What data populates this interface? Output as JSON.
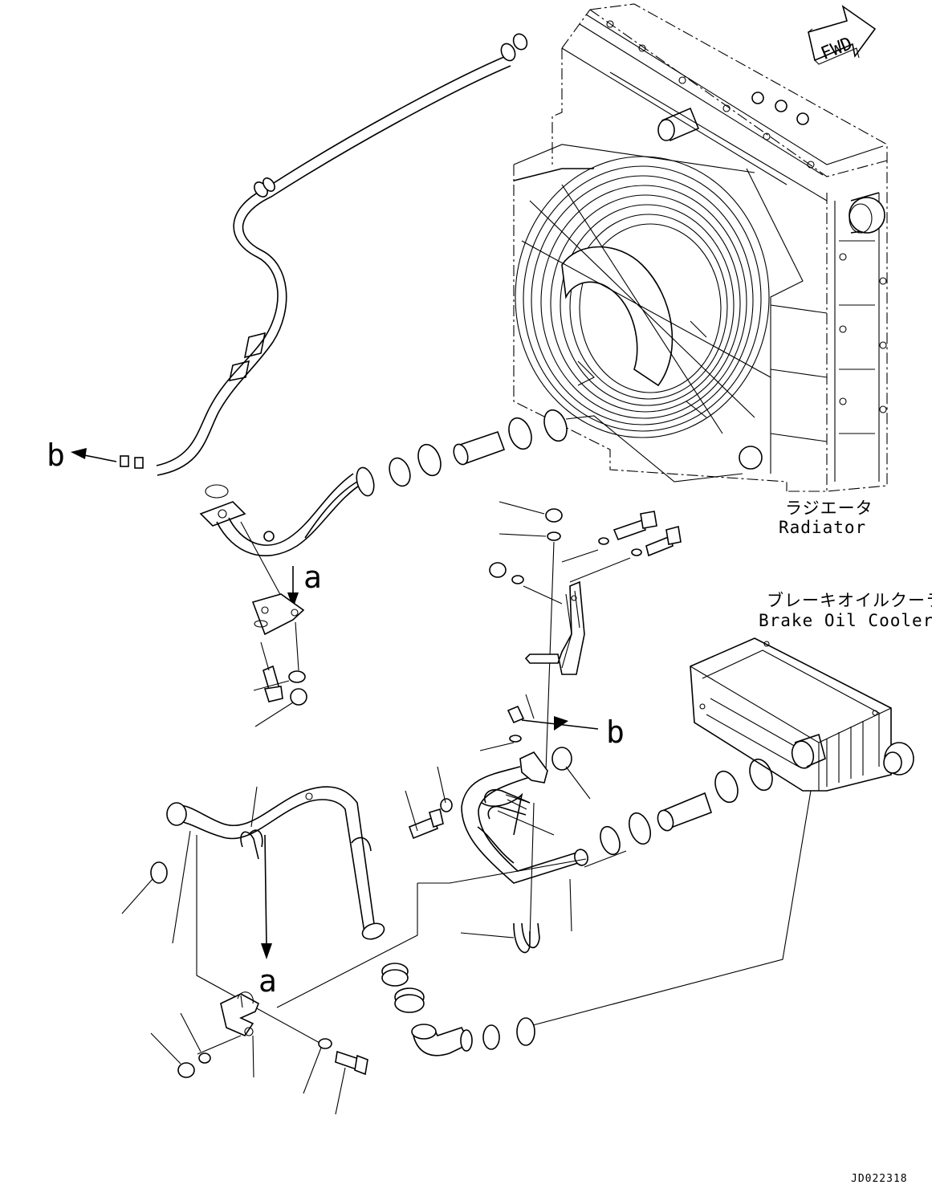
{
  "labels": {
    "fwd": "FWD",
    "ref_a_top": "a",
    "ref_a_bottom": "a",
    "ref_b_left": "b",
    "ref_b_right": "b",
    "radiator_jp": "ラジエータ",
    "radiator_en": "Radiator",
    "brake_cooler_jp": "ブレーキオイルクーラ",
    "brake_cooler_en": "Brake Oil Cooler",
    "drawing_code": "JD022318"
  },
  "icons": {
    "direction": "arrow-fwd-icon"
  },
  "colors": {
    "line": "#000000",
    "background": "#ffffff"
  }
}
